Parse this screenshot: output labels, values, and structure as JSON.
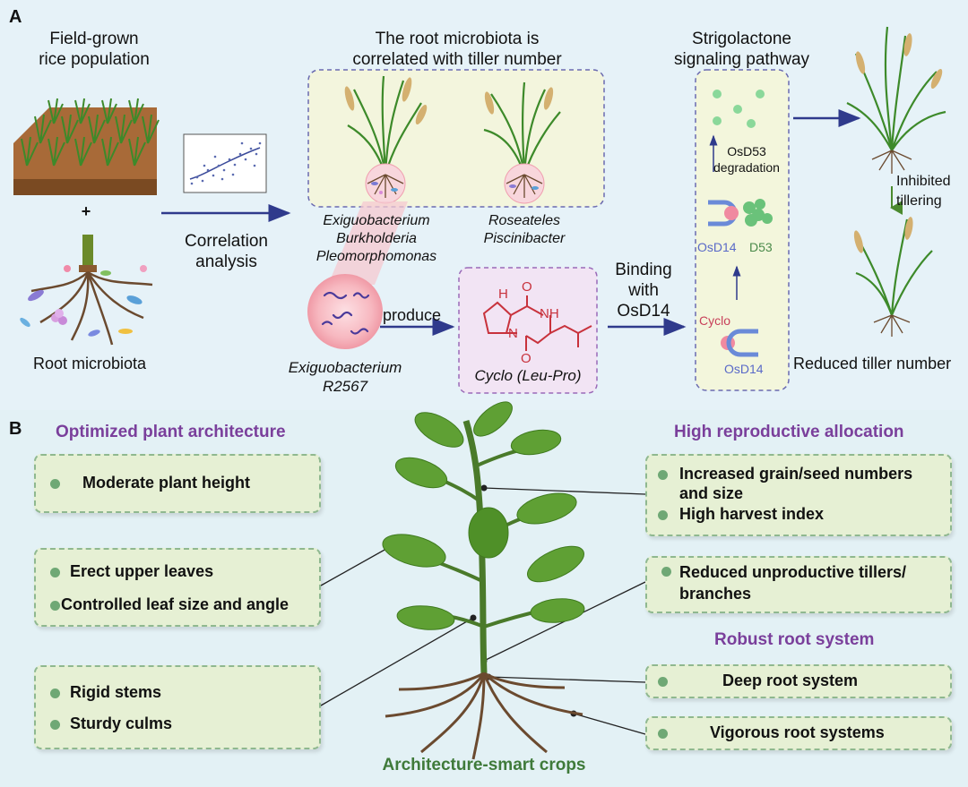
{
  "panel_a": {
    "label": "A",
    "field_title": [
      "Field-grown",
      "rice population"
    ],
    "plus": "+",
    "root_microbiota": "Root microbiota",
    "correlation": [
      "Correlation",
      "analysis"
    ],
    "microbiota_title": [
      "The root microbiota is",
      "correlated with tiller number"
    ],
    "genera_left": [
      "Exiguobacterium",
      "Burkholderia",
      "Pleomorphomonas"
    ],
    "genera_right": [
      "Roseateles",
      "Piscinibacter"
    ],
    "strain": [
      "Exiguobacterium",
      "R2567"
    ],
    "produce": "produce",
    "molecule": "Cyclo (Leu-Pro)",
    "atoms": {
      "h": "H",
      "o_top": "O",
      "nh": "NH",
      "n": "N",
      "o_bottom": "O"
    },
    "binding": [
      "Binding",
      "with",
      "OsD14"
    ],
    "pathway_title": [
      "Strigolactone",
      "signaling pathway"
    ],
    "degradation": [
      "OsD53",
      "degradation"
    ],
    "osd14_top": "OsD14",
    "d53": "D53",
    "cyclo": "Cyclo",
    "osd14_bottom": "OsD14",
    "inhibited": [
      "Inhibited",
      "tillering"
    ],
    "reduced_tiller": "Reduced tiller number"
  },
  "panel_b": {
    "label": "B",
    "left_heading": "Optimized plant architecture",
    "left_items": {
      "box1": [
        "Moderate plant height"
      ],
      "box2": [
        "Erect upper leaves",
        "Controlled leaf size and angle"
      ],
      "box3": [
        "Rigid stems",
        "Sturdy culms"
      ]
    },
    "right_heading1": "High reproductive allocation",
    "right_items": {
      "box1_line1": "Increased grain/seed numbers",
      "box1_line2": "and size",
      "box1_line3": "High harvest index",
      "box2_line1": "Reduced unproductive tillers/",
      "box2_line2": "branches"
    },
    "right_heading2": "Robust root system",
    "root_items": [
      "Deep root system",
      "Vigorous root systems"
    ],
    "caption": "Architecture-smart crops"
  },
  "colors": {
    "arrow": "#2f3a8c",
    "heading_purple": "#7a3f9b",
    "caption_green": "#3f7a3a",
    "box_fill": "#e6f0d4",
    "molecule_red": "#c8323c"
  }
}
